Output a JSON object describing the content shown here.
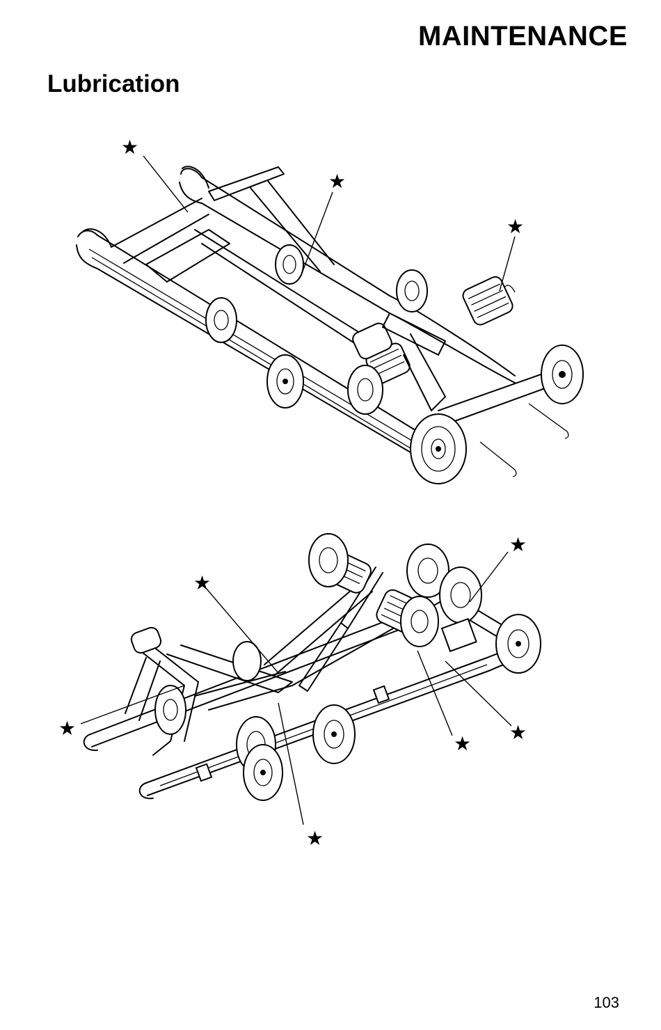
{
  "header": {
    "section_title": "MAINTENANCE"
  },
  "subsection": {
    "title": "Lubrication"
  },
  "figures": {
    "top": {
      "marker": "★",
      "marker_count": 3
    },
    "bottom": {
      "marker": "★",
      "marker_count": 6
    }
  },
  "footer": {
    "page_number": "103"
  },
  "colors": {
    "ink": "#000000",
    "paper": "#ffffff"
  },
  "icons": {
    "lubrication_point": "star-icon"
  }
}
